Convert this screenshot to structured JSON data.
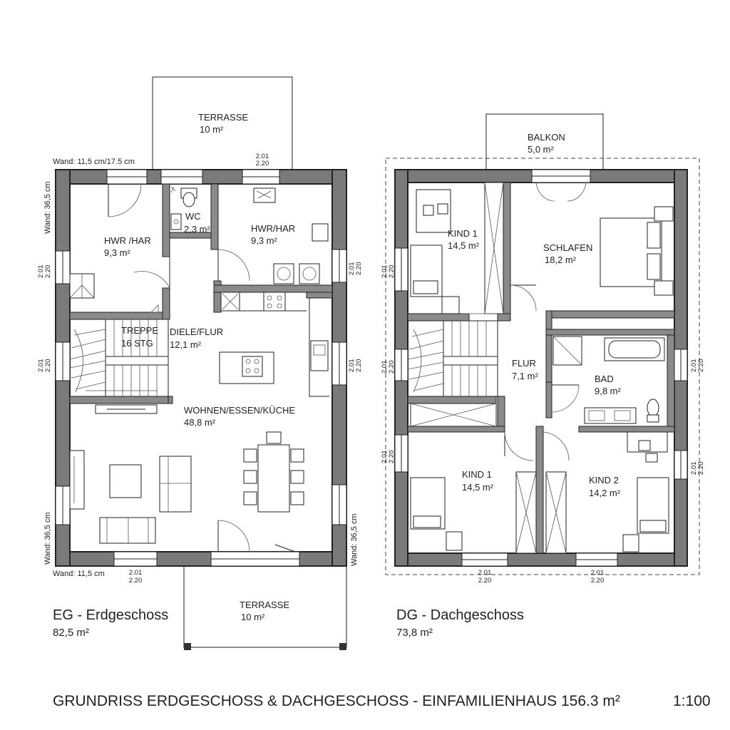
{
  "title": "GRUNDRISS ERDGESCHOSS & DACHGESCHOSS - EINFAMILIENHAUS 156.3 m²",
  "scale": "1:100",
  "eg": {
    "name": "EG - Erdgeschoss",
    "area": "82,5 m²",
    "wall_top": "Wand: 11,5 cm/17.5 cm",
    "wall_bottom": "Wand: 11,5 cm",
    "wall_left": "Wand: 36,5 cm",
    "wall_left2": "Wand: 36,5 cm",
    "wall_right": "Wand: 36,5 cm",
    "terrace_top": {
      "name": "TERRASSE",
      "area": "10 m²"
    },
    "terrace_bottom": {
      "name": "TERRASSE",
      "area": "10 m²"
    },
    "rooms": [
      {
        "name": "HWR /HAR",
        "area": "9,3 m²"
      },
      {
        "name": "WC",
        "area": "2,3 m²"
      },
      {
        "name": "HWR/HAR",
        "area": "9,3 m²"
      },
      {
        "name": "TREPPE",
        "area": "16 STG"
      },
      {
        "name": "DIELE/FLUR",
        "area": "12,1 m²"
      },
      {
        "name": "WOHNEN/ESSEN/KÜCHE",
        "area": "48,8 m²"
      }
    ]
  },
  "dg": {
    "name": "DG - Dachgeschoss",
    "area": "73,8 m²",
    "balcony": {
      "name": "BALKON",
      "area": "5,0 m²"
    },
    "rooms": [
      {
        "name": "KIND 1",
        "area": "14,5 m²"
      },
      {
        "name": "SCHLAFEN",
        "area": "18,2 m²"
      },
      {
        "name": "FLUR",
        "area": "7,1 m²"
      },
      {
        "name": "BAD",
        "area": "9,8 m²"
      },
      {
        "name": "KIND 1",
        "area": "14,5 m²"
      },
      {
        "name": "KIND 2",
        "area": "14,2 m²"
      }
    ]
  },
  "window_dims": {
    "w": "2.01",
    "h": "2.20"
  }
}
